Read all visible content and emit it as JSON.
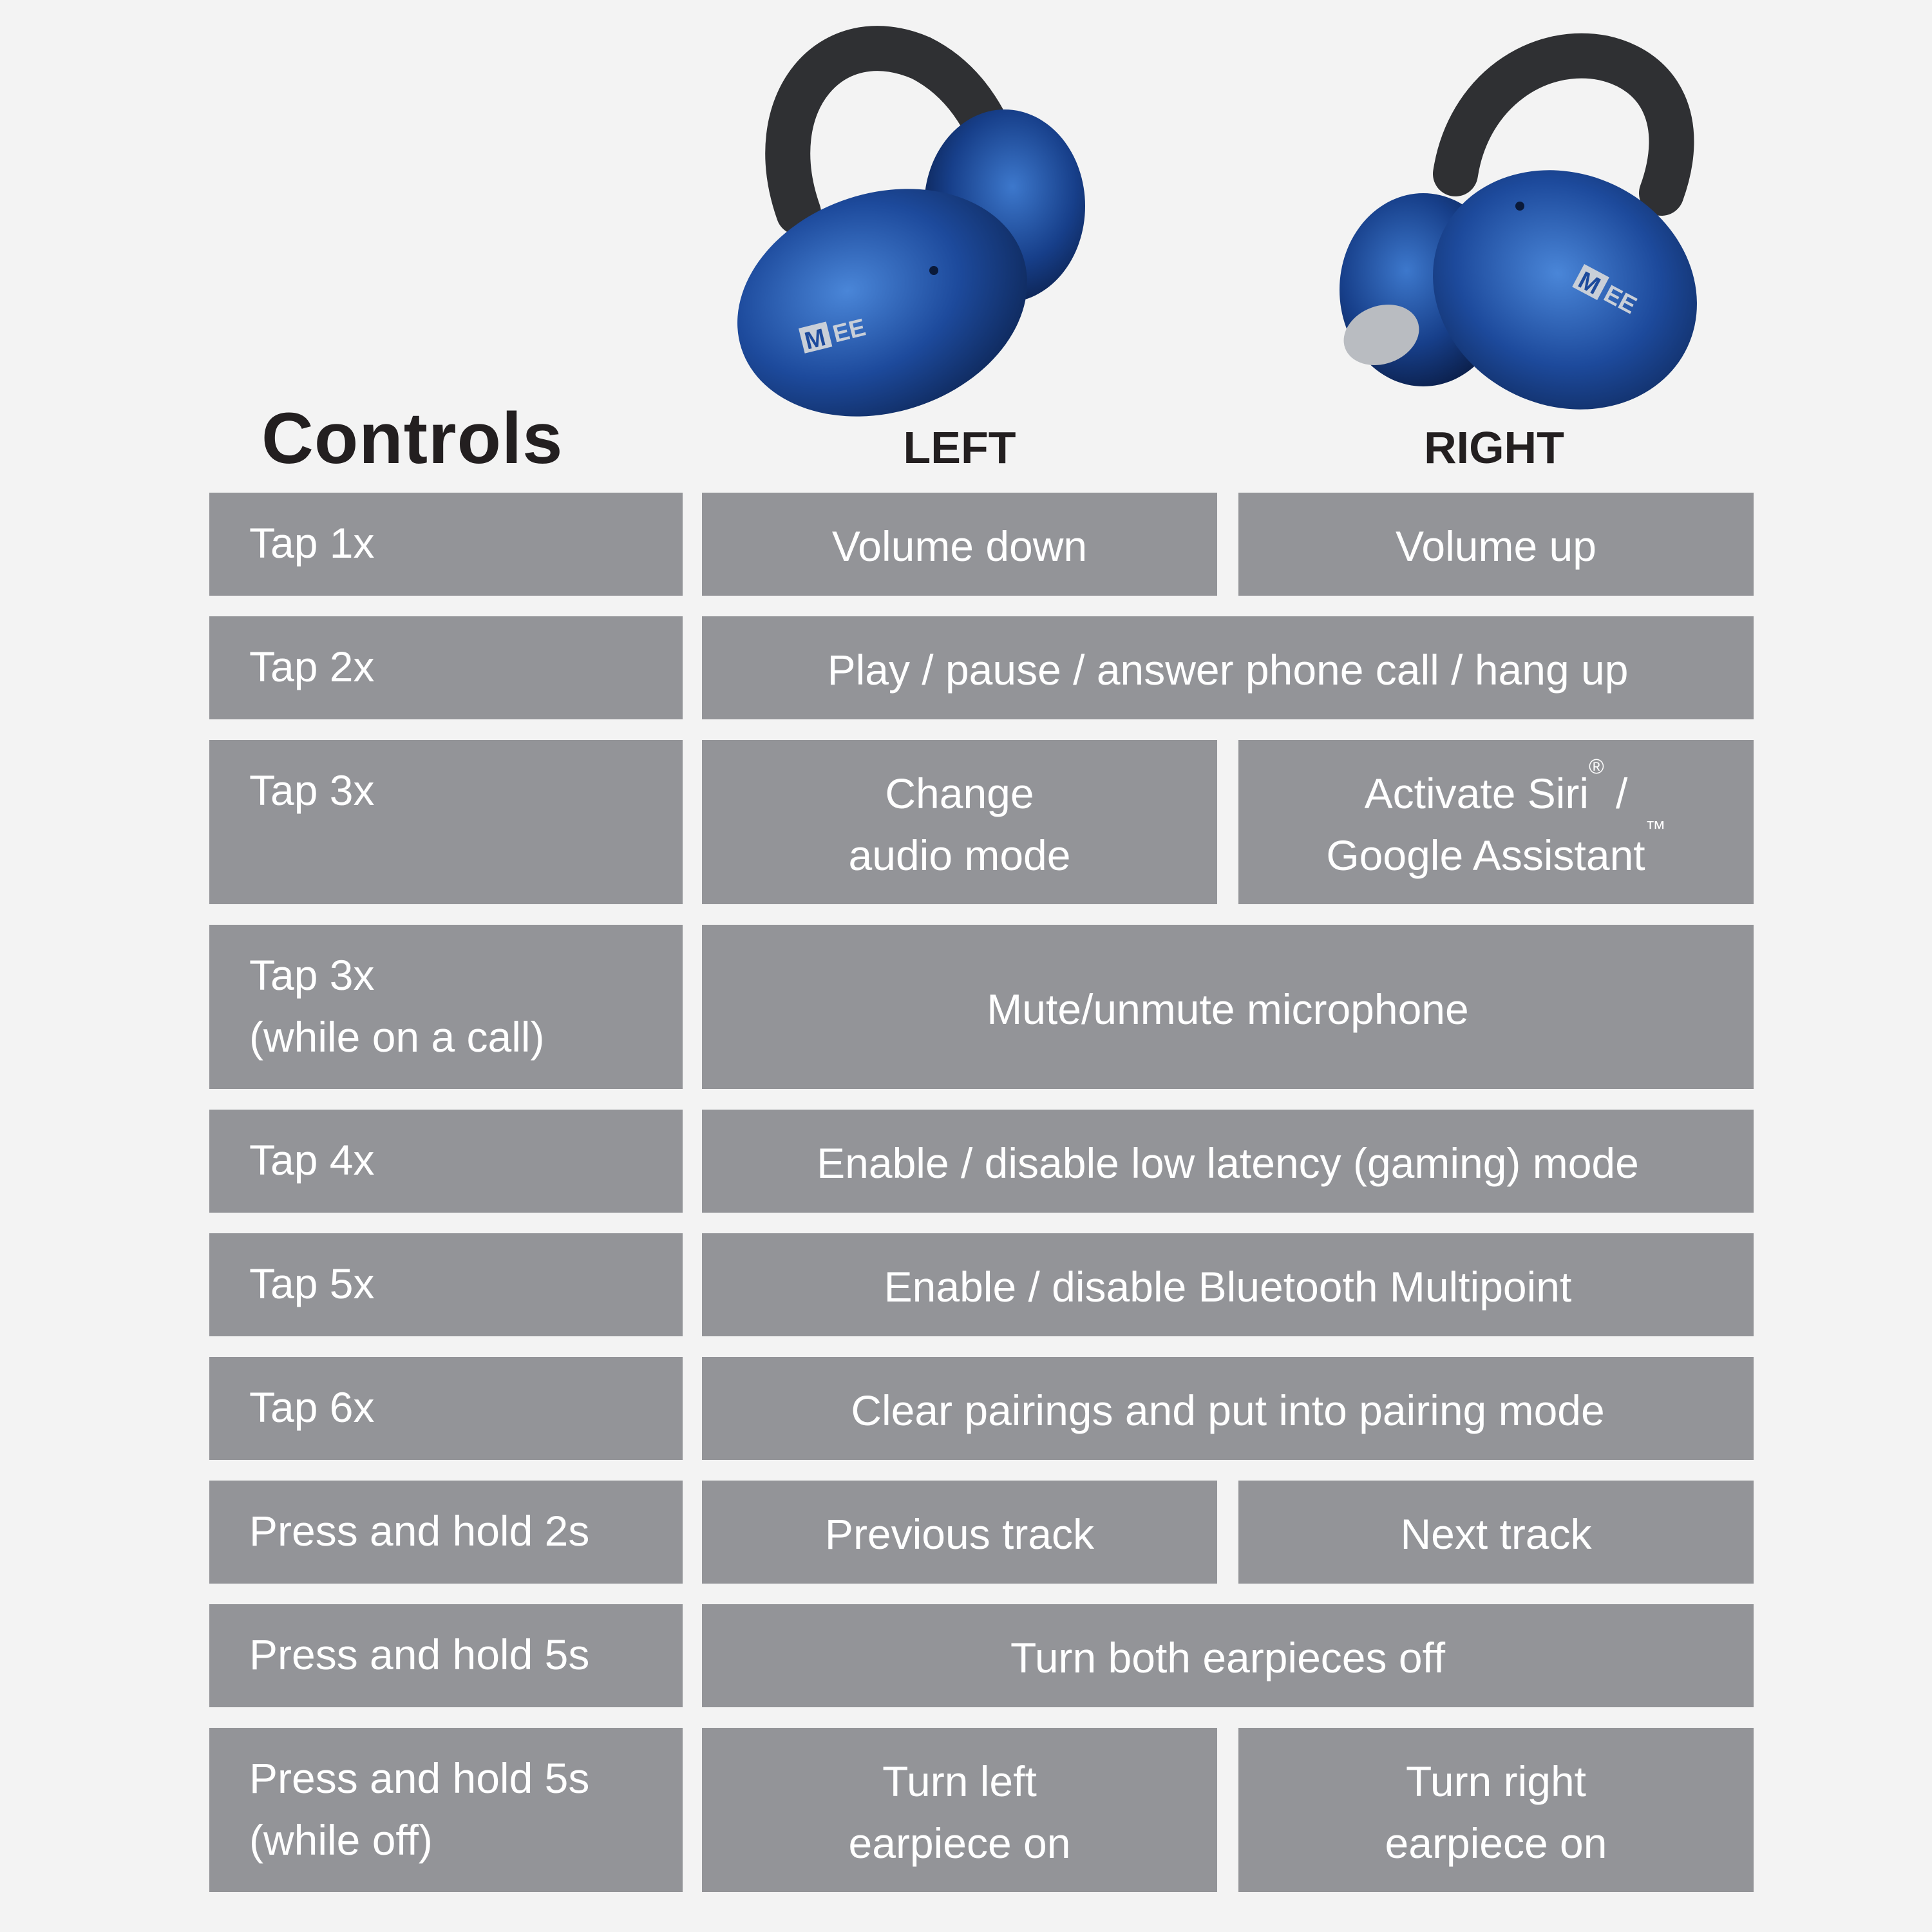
{
  "title": "Controls",
  "columns": {
    "left": "LEFT",
    "right": "RIGHT"
  },
  "brand_colors": {
    "cell_bg": "#939498",
    "page_bg": "#f3f3f3",
    "text_dark": "#231f20",
    "earbud_blue": "#1f4fa0",
    "hook_black": "#2e2f31"
  },
  "images": {
    "left_earbud": "left-earbud-image",
    "right_earbud": "right-earbud-image",
    "logo_text": "MEE"
  },
  "rows": [
    {
      "action": "Tap 1x",
      "left": "Volume down",
      "right": "Volume up"
    },
    {
      "action": "Tap 2x",
      "both": "Play / pause / answer phone call / hang up"
    },
    {
      "action": "Tap 3x",
      "left": "Change\naudio mode",
      "right_main": "Activate Siri",
      "right_reg": "®",
      "right_mid": " /\nGoogle Assistant",
      "right_tm": "™"
    },
    {
      "action": "Tap 3x\n(while on a call)",
      "both": "Mute/unmute microphone"
    },
    {
      "action": "Tap 4x",
      "both": "Enable / disable low latency (gaming) mode"
    },
    {
      "action": "Tap 5x",
      "both": "Enable / disable Bluetooth Multipoint"
    },
    {
      "action": "Tap 6x",
      "both": "Clear pairings and put into pairing mode"
    },
    {
      "action": "Press and hold 2s",
      "left": "Previous track",
      "right": "Next track"
    },
    {
      "action": "Press and hold 5s",
      "both": "Turn both earpieces off"
    },
    {
      "action": "Press and hold 5s\n(while off)",
      "left": "Turn left\nearpiece on",
      "right": "Turn right\nearpiece on"
    }
  ]
}
